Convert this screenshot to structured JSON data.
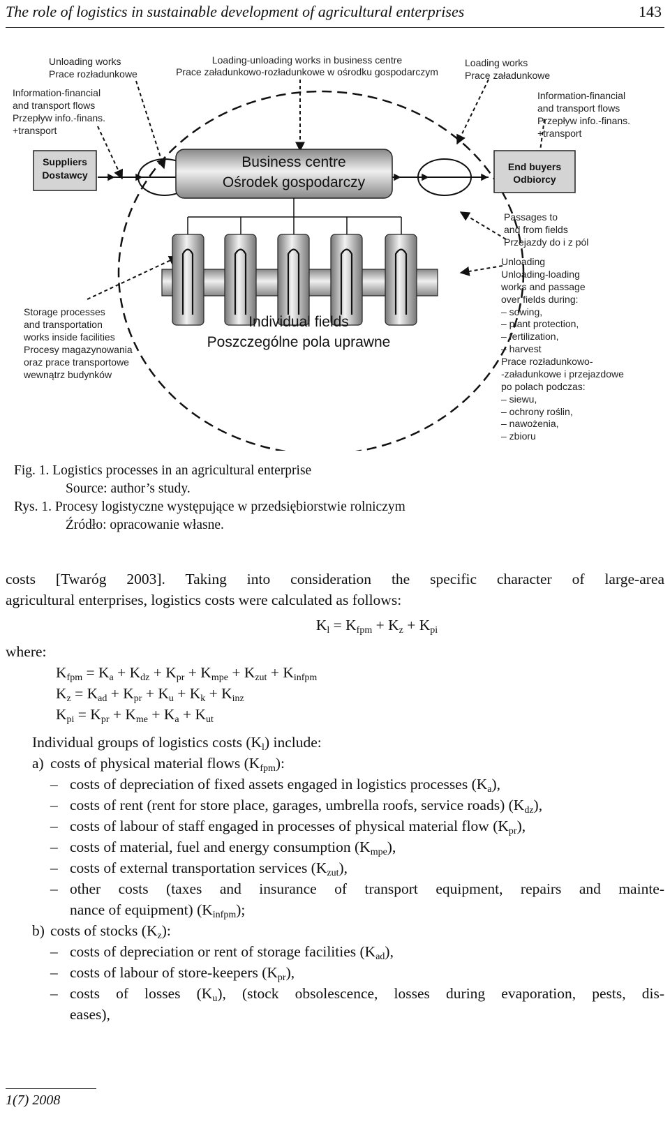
{
  "header": {
    "title": "The role of logistics in sustainable development of agricultural enterprises",
    "page_number": "143"
  },
  "figure": {
    "labels": {
      "unloading": [
        "Unloading works",
        "Prace rozładunkowe"
      ],
      "loading_unloading_centre": [
        "Loading-unloading works in business centre",
        "Prace załadunkowo-rozładunkowe w ośrodku gospodarczym"
      ],
      "loading": [
        "Loading works",
        "Prace załadunkowe"
      ],
      "info_left": [
        "Information-financial",
        "and transport flows",
        "Przepływ info.-finans.",
        "+transport"
      ],
      "info_right": [
        "Information-financial",
        "and transport flows",
        "Przepływ info.-finans.",
        "+transport"
      ],
      "passages": [
        "Passages to",
        "and from fields",
        "Przejazdy do i z pól"
      ],
      "storage": [
        "Storage processes",
        "and transportation",
        "works inside facilities",
        "Procesy magazynowania",
        "oraz prace transportowe",
        "wewnątrz budynków"
      ],
      "field_works": [
        "Unloading",
        "Unloading-loading",
        "works and passage",
        "over fields during:",
        "– sowing,",
        "– plant protection,",
        "– fertilization,",
        "– harvest",
        "Prace rozładunkowo-",
        "-załadunkowe i przejazdowe",
        "po polach podczas:",
        "– siewu,",
        "– ochrony roślin,",
        "– nawożenia,",
        "– zbioru"
      ]
    },
    "boxes": {
      "suppliers": [
        "Suppliers",
        "Dostawcy"
      ],
      "business_centre": [
        "Business centre",
        "Ośrodek gospodarczy"
      ],
      "end_buyers": [
        "End buyers",
        "Odbiorcy"
      ],
      "fields": [
        "Individual fields",
        "Poszczególne pola uprawne"
      ]
    }
  },
  "caption": {
    "fig_en": "Fig. 1.  Logistics processes in an agricultural enterprise",
    "source_en": "Source: author’s study.",
    "fig_pl": "Rys. 1.  Procesy logistyczne występujące w przedsiębiorstwie rolniczym",
    "source_pl": "Źródło: opracowanie własne."
  },
  "body": {
    "p1_line1": "costs [Twaróg 2003]. Taking into consideration the specific character of large-area",
    "p1_line2": "agricultural enterprises, logistics costs were calculated as follows:",
    "where": "where:",
    "intro": "Individual groups of logistics costs (K",
    "intro_sub": "l",
    "intro_end": ") include:",
    "group_a_tag": "a)",
    "group_a": "costs of physical material flows (K",
    "group_a_sub": "fpm",
    "group_a_end": "):",
    "items_a": [
      {
        "text": "costs of depreciation of fixed assets engaged in logistics processes (K",
        "sub": "a",
        "end": "),"
      },
      {
        "text": "costs of rent (rent for store place, garages, umbrella roofs, service roads) (K",
        "sub": "dz",
        "end": "),"
      },
      {
        "text": "costs of labour of staff engaged in processes of physical material flow (K",
        "sub": "pr",
        "end": "),"
      },
      {
        "text": "costs of material, fuel and energy consumption (K",
        "sub": "mpe",
        "end": "),"
      },
      {
        "text": "costs of external transportation services (K",
        "sub": "zut",
        "end": "),"
      }
    ],
    "item_a6_line1": "other costs (taxes and insurance of transport equipment, repairs and mainte-",
    "item_a6_line2": "nance of equipment) (K",
    "item_a6_sub": "infpm",
    "item_a6_end": ");",
    "group_b_tag": "b)",
    "group_b": "costs of stocks (K",
    "group_b_sub": "z",
    "group_b_end": "):",
    "items_b": [
      {
        "text": "costs of depreciation or rent of storage facilities (K",
        "sub": "ad",
        "end": "),"
      },
      {
        "text": "costs of labour of store-keepers (K",
        "sub": "pr",
        "end": "),"
      }
    ],
    "item_b3_line1": "costs of losses (K",
    "item_b3_sub": "u",
    "item_b3_mid": "), (stock obsolescence, losses during evaporation, pests, dis-",
    "item_b3_line2": "eases),",
    "dash": "–"
  },
  "footer": "1(7) 2008"
}
